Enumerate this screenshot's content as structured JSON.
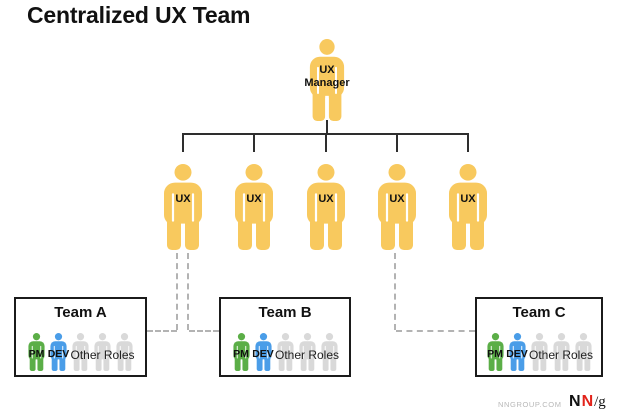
{
  "title": "Centralized UX Team",
  "manager": {
    "line1": "UX",
    "line2": "Manager"
  },
  "workers": [
    {
      "label": "UX"
    },
    {
      "label": "UX"
    },
    {
      "label": "UX"
    },
    {
      "label": "UX"
    },
    {
      "label": "UX"
    }
  ],
  "teams": [
    {
      "name": "Team A",
      "pm_label": "PM",
      "dev_label": "DEV",
      "others_label": "Other Roles"
    },
    {
      "name": "Team B",
      "pm_label": "PM",
      "dev_label": "DEV",
      "others_label": "Other Roles"
    },
    {
      "name": "Team C",
      "pm_label": "PM",
      "dev_label": "DEV",
      "others_label": "Other Roles"
    }
  ],
  "footer": {
    "site": "NNGROUP.COM",
    "logo_n1": "N",
    "logo_n2": "N",
    "logo_slash_g": "/g"
  },
  "colors": {
    "person_yellow": "#F8C95E",
    "pm_green": "#5BAE47",
    "dev_blue": "#4A9DE8",
    "other_gray": "#D9D9D9",
    "line_dark": "#2E2E2E",
    "dashed_gray": "#B3B3B3",
    "box_border": "#1B1B1B",
    "nng_red": "#E2231A",
    "site_gray": "#B8B8B8"
  }
}
